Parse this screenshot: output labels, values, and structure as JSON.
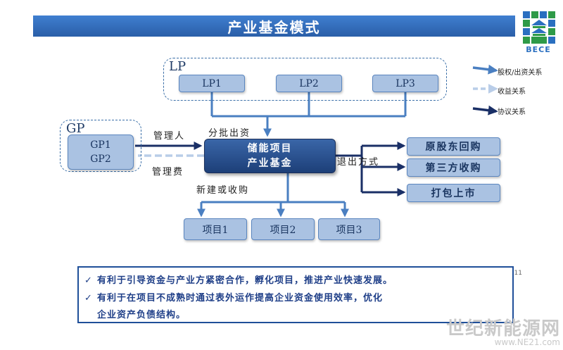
{
  "title": "产业基金模式",
  "logo": {
    "text": "BECE",
    "colors": {
      "green": "#2e9a48",
      "blue": "#2a6fc0"
    }
  },
  "lp_group": {
    "label": "LP",
    "items": [
      "LP1",
      "LP2",
      "LP3"
    ]
  },
  "gp_group": {
    "label": "GP",
    "items": [
      "GP1",
      "GP2"
    ]
  },
  "fund": {
    "line1": "储能项目",
    "line2": "产业基金"
  },
  "labels": {
    "batch_investment": "分批出资",
    "manager": "管理人",
    "management_fee": "管理费",
    "exit_method": "退出方式",
    "new_or_acquire": "新建或收购"
  },
  "exits": [
    "原股东回购",
    "第三方收购",
    "打包上市"
  ],
  "projects": [
    "项目1",
    "项目2",
    "项目3"
  ],
  "legend": [
    {
      "label": "股权/出资关系",
      "style": "solid",
      "color": "#4a7fc1"
    },
    {
      "label": "收益关系",
      "style": "dashed",
      "color": "#b9cde8"
    },
    {
      "label": "协议关系",
      "style": "solid",
      "color": "#1a2f66"
    }
  ],
  "benefits": [
    "有利于引导资金与产业方紧密合作，孵化项目，推进产业快速发展。",
    "有利于在项目不成熟时通过表外运作提高企业资金使用效率，优化",
    "企业资产负债结构。"
  ],
  "page_number": "11",
  "watermark": {
    "cn": "世纪新能源网",
    "url": "www.NE21.com"
  }
}
